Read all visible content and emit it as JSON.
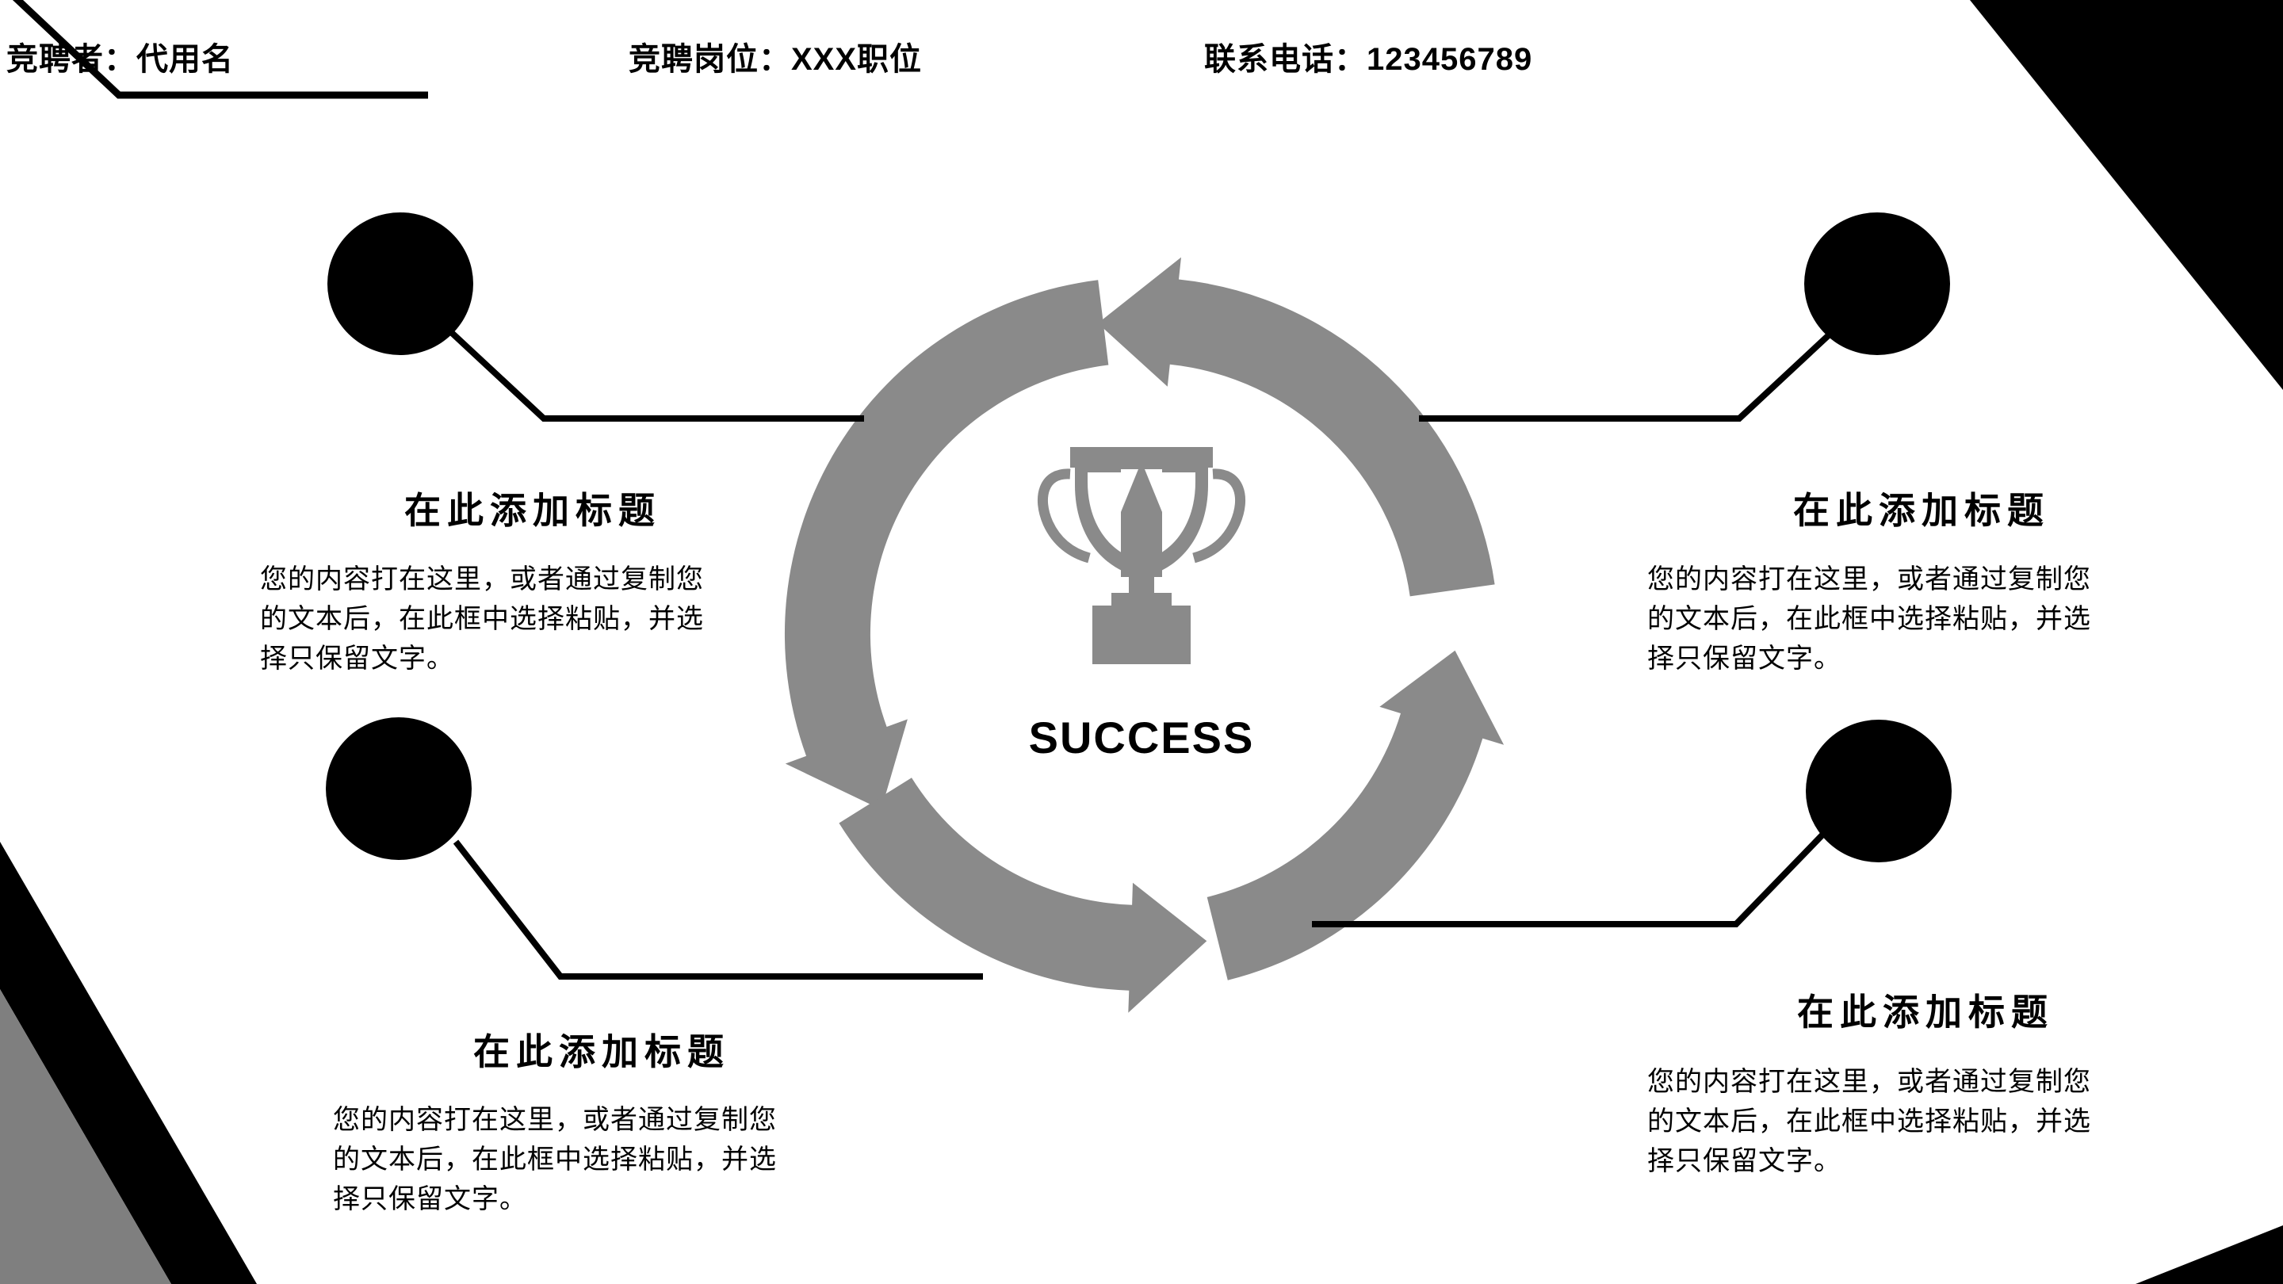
{
  "slide": {
    "header": {
      "candidate_label": "竞聘者：代用名",
      "position_label": "竞聘岗位：XXX职位",
      "phone_label": "联系电话：123456789"
    },
    "center": {
      "success_label": "SUCCESS"
    },
    "blocks": [
      {
        "id": "top-left",
        "title": "在此添加标题",
        "body_lines": [
          "您的内容打在这里，或者通过复制您",
          "的文本后，在此框中选择粘贴，并选",
          "择只保留文字。"
        ]
      },
      {
        "id": "top-right",
        "title": "在此添加标题",
        "body_lines": [
          "您的内容打在这里，或者通过复制您",
          "的文本后，在此框中选择粘贴，并选",
          "择只保留文字。"
        ]
      },
      {
        "id": "bottom-left",
        "title": "在此添加标题",
        "body_lines": [
          "您的内容打在这里，或者通过复制您",
          "的文本后，在此框中选择粘贴，并选",
          "择只保留文字。"
        ]
      },
      {
        "id": "bottom-right",
        "title": "在此添加标题",
        "body_lines": [
          "您的内容打在这里，或者通过复制您",
          "的文本后，在此框中选择粘贴，并选",
          "择只保留文字。"
        ]
      }
    ],
    "colors": {
      "arrow_gray": "#8a8a8a",
      "corner_gray": "#7f7f7f",
      "black": "#000000"
    }
  }
}
